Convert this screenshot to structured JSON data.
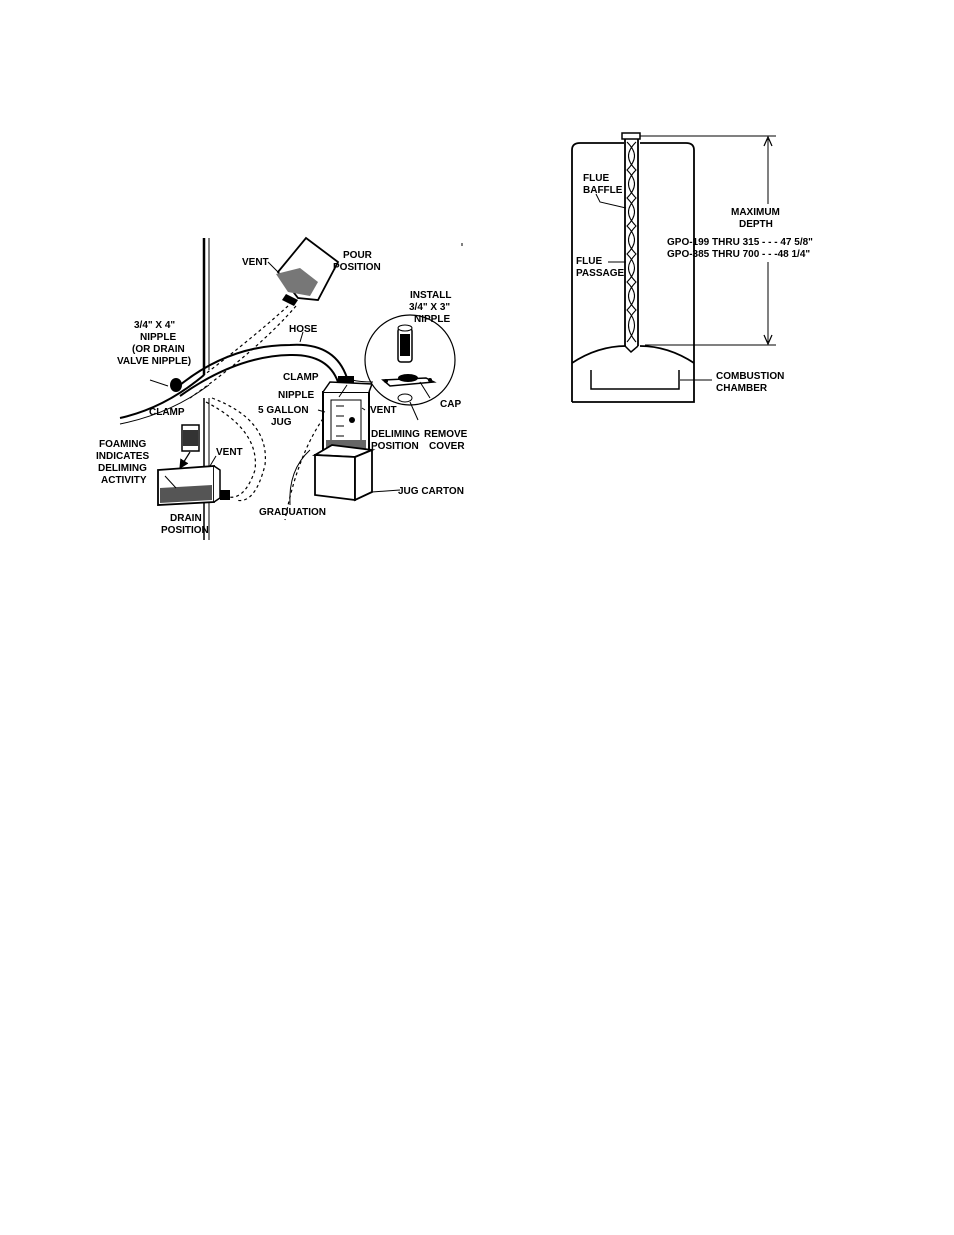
{
  "left_figure": {
    "labels": {
      "vent_top": "VENT",
      "pour_position_1": "POUR",
      "pour_position_2": "POSITION",
      "nipple_size_1": "3/4\" X 4\"",
      "nipple_size_2": "NIPPLE",
      "nipple_size_3": "(OR DRAIN",
      "nipple_size_4": "VALVE NIPPLE)",
      "hose": "HOSE",
      "install_1": "INSTALL",
      "install_2": "3/4\" X 3\"",
      "install_3": "NIPPLE",
      "clamp_right": "CLAMP",
      "nipple": "NIPPLE",
      "clamp_left": "CLAMP",
      "five_gallon_1": "5 GALLON",
      "five_gallon_2": "JUG",
      "vent_jug": "VENT",
      "cap": "CAP",
      "foaming_1": "FOAMING",
      "foaming_2": "INDICATES",
      "foaming_3": "DELIMING",
      "foaming_4": "ACTIVITY",
      "deliming_1": "DELIMING",
      "deliming_2": "POSITION",
      "remove_1": "REMOVE",
      "remove_2": "COVER",
      "vent_drain": "VENT",
      "jug_carton": "JUG CARTON",
      "drain_1": "DRAIN",
      "drain_2": "POSITION",
      "graduation": "GRADUATION"
    }
  },
  "right_figure": {
    "labels": {
      "flue_baffle_1": "FLUE",
      "flue_baffle_2": "BAFFLE",
      "max_depth_1": "MAXIMUM",
      "max_depth_2": "DEPTH",
      "gpo_199": "GPO-199 THRU 315 - - - 47 5/8\"",
      "gpo_385": "GPO-385 THRU 700 - - -48 1/4\"",
      "flue_passage_1": "FLUE",
      "flue_passage_2": "PASSAGE",
      "combustion_1": "COMBUSTION",
      "combustion_2": "CHAMBER"
    }
  }
}
